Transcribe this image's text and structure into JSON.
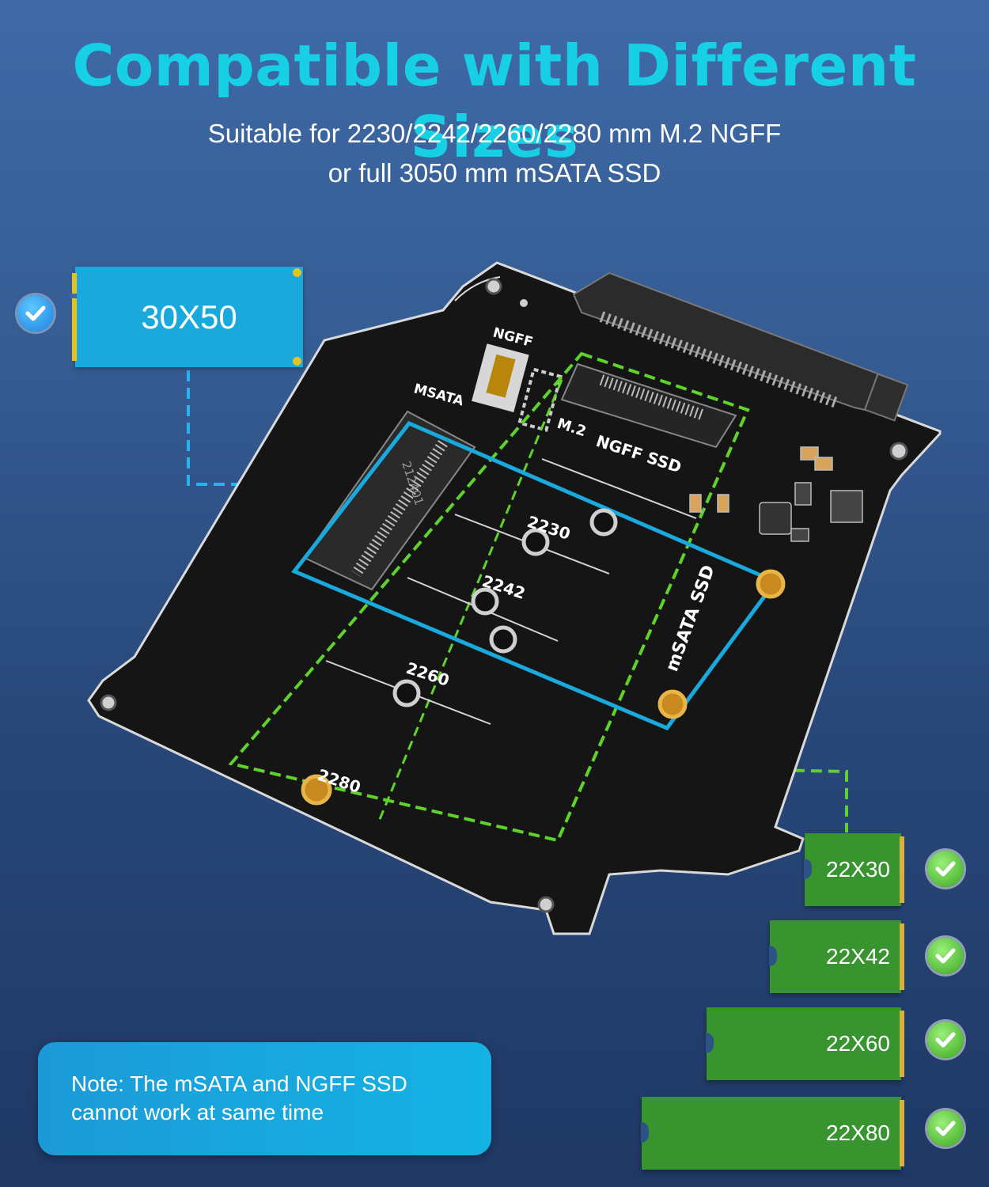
{
  "headline": "Compatible with Different Sizes",
  "subtitle": {
    "line1": "Suitable for 2230/2242/2260/2280 mm M.2 NGFF",
    "line2": "or full 3050 mm mSATA SSD"
  },
  "msata_card": {
    "label": "30X50"
  },
  "ngff_cards": [
    {
      "label": "22X30"
    },
    {
      "label": "22X42"
    },
    {
      "label": "22X60"
    },
    {
      "label": "22X80"
    }
  ],
  "board_labels": {
    "switch_ngff": "NGFF",
    "switch_msata": "MSATA",
    "m2": "M.2",
    "ngff_ssd": "NGFF SSD",
    "msata_ssd": "mSATA SSD",
    "len_2230": "2230",
    "len_2242": "2242",
    "len_2260": "2260",
    "len_2280": "2280",
    "slot_code": "212401"
  },
  "note": {
    "line1": "Note: The mSATA and NGFF SSD",
    "line2": "cannot work at same time"
  },
  "colors": {
    "headline": "#17d0e6",
    "msata_outline": "#19a9dd",
    "ngff_outline": "#5fd32c",
    "pcb": "#141414"
  }
}
